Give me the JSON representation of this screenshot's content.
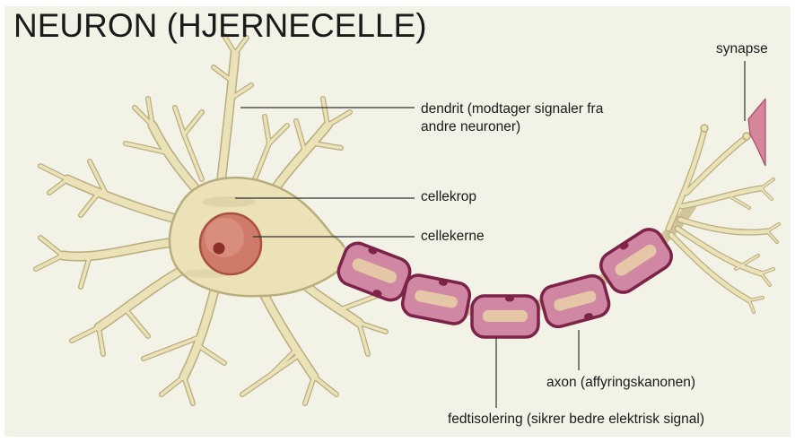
{
  "title": "NEURON (HJERNECELLE)",
  "labels": {
    "dendrite_line1": "dendrit (modtager signaler fra",
    "dendrite_line2": "andre neuroner)",
    "cell_body": "cellekrop",
    "nucleus": "cellekerne",
    "synapse": "synapse",
    "axon": "axon (affyringskanonen)",
    "myelin": "fedtisolering (sikrer bedre elektrisk signal)"
  },
  "colors": {
    "background": "#f3f2e7",
    "cell": "#ebe2b8",
    "cell_outline": "#b9ad7e",
    "myelin_fill": "#cf87a3",
    "myelin_outline": "#7d2249",
    "nucleus": "#cf7b6a",
    "synapse": "#d6869a",
    "leader_line": "#333333"
  }
}
